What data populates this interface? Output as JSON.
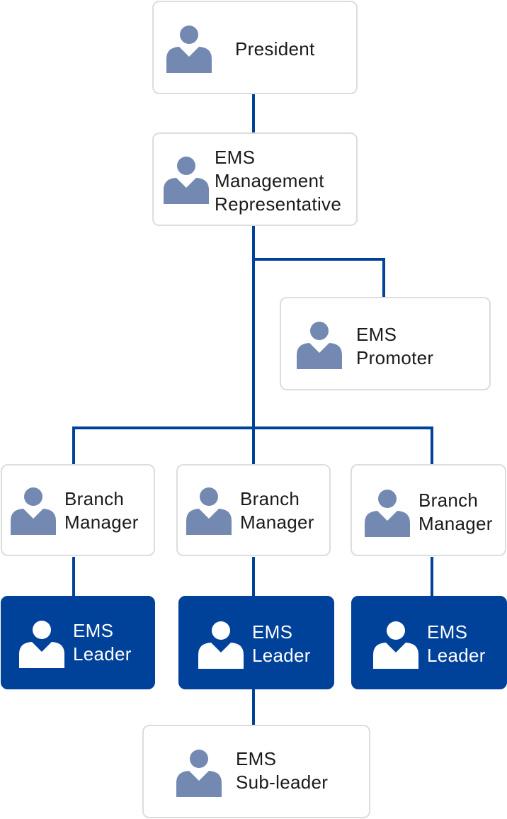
{
  "colors": {
    "line": "#00419a",
    "person_light": "#7389b2",
    "person_dark": "#ffffff",
    "box_dark": "#00419a",
    "box_border": "#dddddd"
  },
  "icons": {
    "person": "person-icon"
  },
  "nodes": {
    "president": {
      "label": "President"
    },
    "ems_mgmt_rep": {
      "label": "EMS\nManagement\nRepresentative"
    },
    "ems_promoter": {
      "label": "EMS\nPromoter"
    },
    "branch_manager_1": {
      "label": "Branch\nManager"
    },
    "branch_manager_2": {
      "label": "Branch\nManager"
    },
    "branch_manager_3": {
      "label": "Branch\nManager"
    },
    "ems_leader_1": {
      "label": "EMS\nLeader"
    },
    "ems_leader_2": {
      "label": "EMS\nLeader"
    },
    "ems_leader_3": {
      "label": "EMS\nLeader"
    },
    "ems_subleader": {
      "label": "EMS\nSub-leader"
    }
  }
}
